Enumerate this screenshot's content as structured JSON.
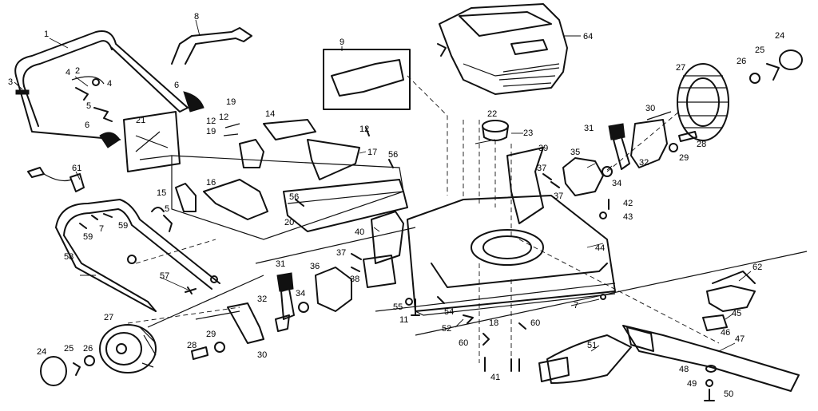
{
  "callouts": {
    "c1": "1",
    "c2": "2",
    "c3": "3",
    "c4a": "4",
    "c4b": "4",
    "c5a": "5",
    "c5b": "5",
    "c6a": "6",
    "c6b": "6",
    "c7a": "7",
    "c7b": "7",
    "c8": "8",
    "c9": "9",
    "c11": "11",
    "c12a": "12",
    "c12b": "12",
    "c12c": "12",
    "c14": "14",
    "c15": "15",
    "c16": "16",
    "c17": "17",
    "c18": "18",
    "c19a": "19",
    "c19b": "19",
    "c20": "20",
    "c21": "21",
    "c22": "22",
    "c23": "23",
    "c24a": "24",
    "c24b": "24",
    "c25a": "25",
    "c25b": "25",
    "c26a": "26",
    "c26b": "26",
    "c27a": "27",
    "c27b": "27",
    "c28a": "28",
    "c28b": "28",
    "c29a": "29",
    "c29b": "29",
    "c30a": "30",
    "c30b": "30",
    "c31a": "31",
    "c31b": "31",
    "c32a": "32",
    "c32b": "32",
    "c34a": "34",
    "c34b": "34",
    "c35": "35",
    "c36": "36",
    "c37a": "37",
    "c37b": "37",
    "c37c": "37",
    "c38": "38",
    "c39": "39",
    "c40": "40",
    "c41": "41",
    "c42": "42",
    "c43": "43",
    "c44": "44",
    "c45": "45",
    "c46": "46",
    "c47": "47",
    "c48": "48",
    "c49": "49",
    "c50": "50",
    "c51": "51",
    "c52": "52",
    "c54": "54",
    "c55": "55",
    "c56a": "56",
    "c56b": "56",
    "c57": "57",
    "c58": "58",
    "c59a": "59",
    "c59b": "59",
    "c60a": "60",
    "c60b": "60",
    "c61": "61",
    "c62": "62",
    "c64": "64"
  }
}
